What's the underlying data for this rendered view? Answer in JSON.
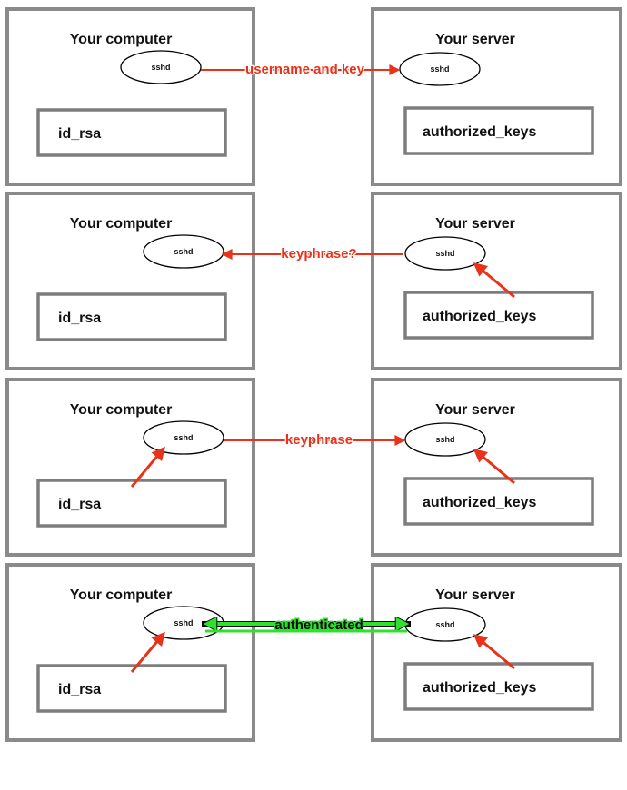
{
  "panels": [
    {
      "computer_title": "Your computer",
      "server_title": "Your server",
      "computer_process": "sshd",
      "server_process": "sshd",
      "computer_file": "id_rsa",
      "server_file": "authorized_keys",
      "message": "username and key",
      "direction": "computer-to-server",
      "color": "#e8321a",
      "computer_file_arrow": false,
      "server_file_arrow": false
    },
    {
      "computer_title": "Your computer",
      "server_title": "Your server",
      "computer_process": "sshd",
      "server_process": "sshd",
      "computer_file": "id_rsa",
      "server_file": "authorized_keys",
      "message": "keyphrase?",
      "direction": "server-to-computer",
      "color": "#e8321a",
      "computer_file_arrow": false,
      "server_file_arrow": true
    },
    {
      "computer_title": "Your computer",
      "server_title": "Your server",
      "computer_process": "sshd",
      "server_process": "sshd",
      "computer_file": "id_rsa",
      "server_file": "authorized_keys",
      "message": "keyphrase",
      "direction": "computer-to-server",
      "color": "#e8321a",
      "computer_file_arrow": true,
      "server_file_arrow": true
    },
    {
      "computer_title": "Your computer",
      "server_title": "Your server",
      "computer_process": "sshd",
      "server_process": "sshd",
      "computer_file": "id_rsa",
      "server_file": "authorized_keys",
      "message": "authenticated",
      "direction": "both",
      "color": "#2fe02f",
      "computer_file_arrow": true,
      "server_file_arrow": true
    }
  ],
  "colors": {
    "box_border": "#8a8a8a",
    "arrow_red": "#e8321a",
    "arrow_green": "#2fe02f"
  }
}
